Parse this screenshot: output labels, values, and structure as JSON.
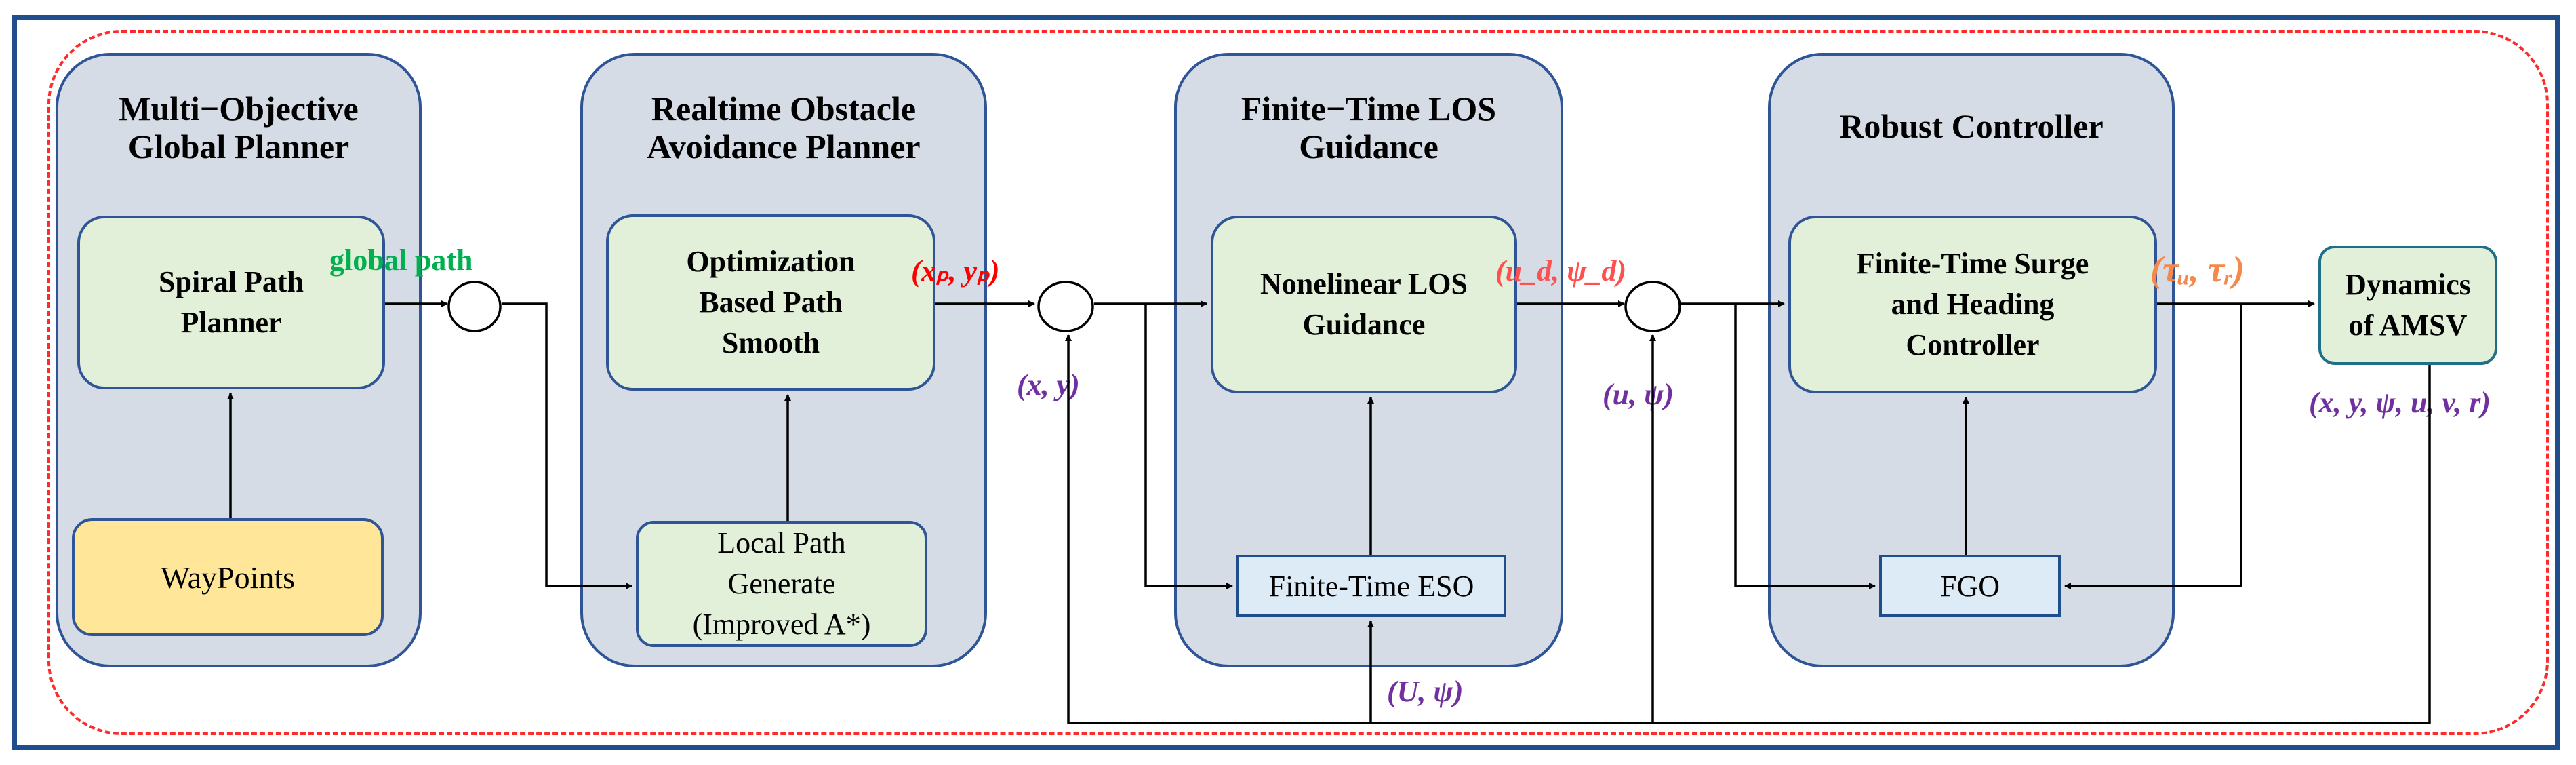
{
  "panels": {
    "global_planner": {
      "title": "Multi−Objective\nGlobal Planner"
    },
    "obstacle_planner": {
      "title": "Realtime Obstacle\nAvoidance Planner"
    },
    "los_guidance": {
      "title": "Finite−Time LOS\nGuidance"
    },
    "robust_controller": {
      "title": "Robust Controller"
    }
  },
  "boxes": {
    "spiral_planner": "Spiral Path\nPlanner",
    "waypoints": "WayPoints",
    "path_smooth": "Optimization\nBased Path\nSmooth",
    "local_path": "Local Path\nGenerate\n(Improved A*)",
    "nonlinear_los": "Nonelinear LOS\nGuidance",
    "eso": "Finite-Time ESO",
    "surge_heading": "Finite-Time Surge\nand Heading\nController",
    "fgo": "FGO",
    "dynamics": "Dynamics\nof AMSV"
  },
  "signals": {
    "global_path": "global path",
    "xp_yp": "(xₚ, yₚ)",
    "x_y": "(x, y)",
    "ud_psid": "(u_d, ψ_d)",
    "u_psi": "(u, ψ)",
    "tau": "(τᵤ, τᵣ)",
    "state": "(x, y, ψ, u, v, r)",
    "U_psi": "(U, ψ)"
  },
  "colors": {
    "frame": "#1f4e8c",
    "panel_fill": "#d6dce5",
    "panel_border": "#2f5597",
    "green_box": "#e2efd9",
    "yellow_box": "#ffe699",
    "blue_box": "#ddebf7",
    "dashed_loop": "#ff2a2a",
    "global_path_label": "#00b050",
    "reference_label": "#ff0000",
    "guidance_label": "#ff5050",
    "torque_label": "#f4894b",
    "feedback_label": "#7030a0"
  }
}
